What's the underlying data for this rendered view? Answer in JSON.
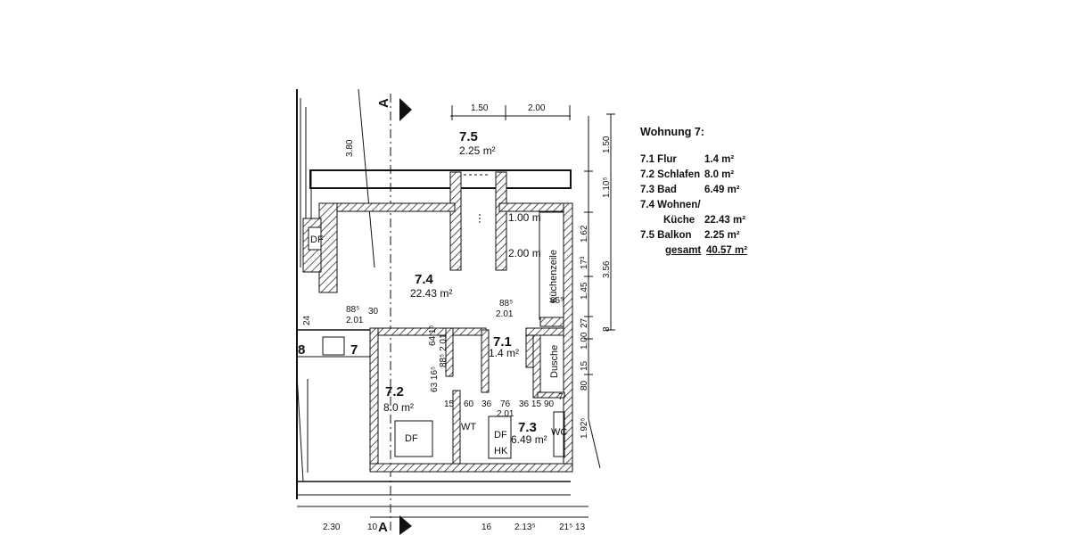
{
  "legend": {
    "title": "Wohnung 7:",
    "rows": [
      {
        "label": "7.1 Flur",
        "area": "1.4 m²"
      },
      {
        "label": "7.2 Schlafen",
        "area": "8.0 m²"
      },
      {
        "label": "7.3 Bad",
        "area": "6.49 m²"
      },
      {
        "label": "7.4 Wohnen/",
        "area": ""
      },
      {
        "label": "Küche",
        "area": "22.43 m²"
      },
      {
        "label": "7.5 Balkon",
        "area": "2.25 m²"
      }
    ],
    "total_label": "gesamt",
    "total_area": "40.57 m²"
  },
  "rooms": {
    "r75": {
      "no": "7.5",
      "area": "2.25 m²"
    },
    "r74": {
      "no": "7.4",
      "area": "22.43 m²"
    },
    "r71": {
      "no": "7.1",
      "area": "1.4 m²"
    },
    "r72": {
      "no": "7.2",
      "area": "8.0 m²"
    },
    "r73": {
      "no": "7.3",
      "area": "6.49 m²"
    }
  },
  "labels": {
    "section_marker": "A",
    "df": "DF",
    "kuechenzeile": "Küchenzeile",
    "dusche": "Dusche",
    "wt": "WT",
    "wc": "WC",
    "hk": "HK",
    "height_1": "1.00 m",
    "height_2": "2.00 m",
    "unit_8": "8",
    "unit_7": "7"
  },
  "dims": {
    "top_1": "1.50",
    "top_2": "2.00",
    "right_1": "1.50",
    "right_2": "1.10⁵",
    "right_3": "1.62",
    "right_4": "17³",
    "right_5": "1.45",
    "right_6": "27",
    "right_7": "1.00",
    "right_8": "15",
    "right_9": "80",
    "right_10": "1.92⁵",
    "right_11": "3.56",
    "right_12": "8",
    "left_height": "3.80",
    "d_885a": "88⁵",
    "d_201a": "2.01",
    "d_30": "30",
    "d_24": "24",
    "d_885b": "88⁵",
    "d_201b": "2.01",
    "d_665": "66⁵",
    "d_v1": "88⁵ 2.01",
    "d_v2": "63 16⁵",
    "d_v3": "64 1⁵",
    "d_15": "15",
    "d_60": "60",
    "d_36a": "36",
    "d_76": "76",
    "d_201c": "2.01",
    "d_3615": "36 15",
    "d_90": "90",
    "d_7": "7¹",
    "bot_1": "2.30",
    "bot_2": "10",
    "bot_3": "16",
    "bot_4": "2.13⁵",
    "bot_5": "21⁵ 13"
  }
}
